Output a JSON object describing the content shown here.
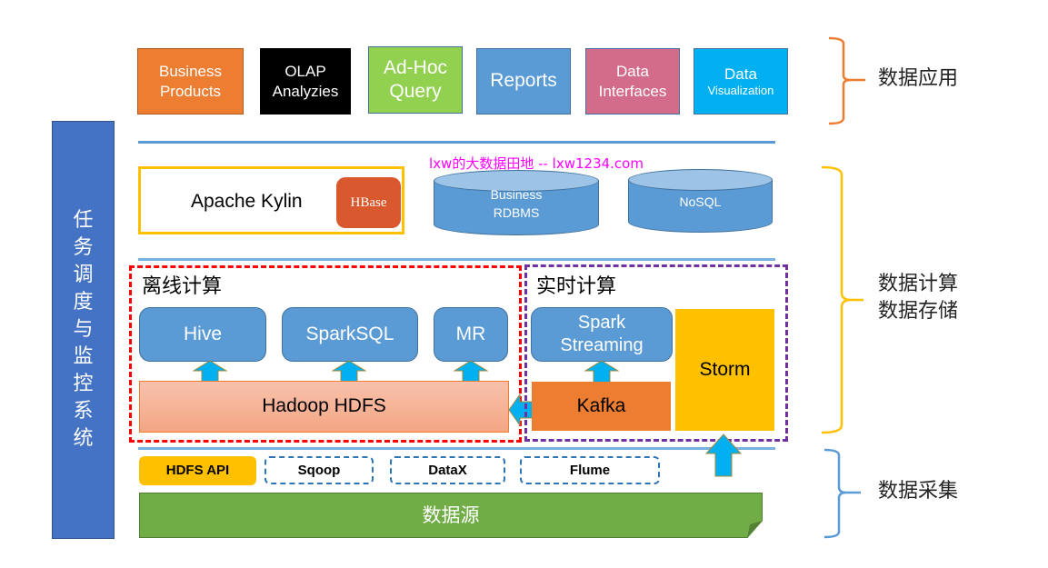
{
  "app_layer": {
    "items": [
      {
        "label_line1": "Business",
        "label_line2": "Products",
        "color": "#ed7d31"
      },
      {
        "label_line1": "OLAP",
        "label_line2": "Analyzies",
        "color": "#000000"
      },
      {
        "label_line1": "Ad-Hoc",
        "label_line2": "Query",
        "color": "#92d050"
      },
      {
        "label_line1": "Reports",
        "label_line2": "",
        "color": "#5b9bd5"
      },
      {
        "label_line1": "Data",
        "label_line2": "Interfaces",
        "color": "#d36b8a"
      },
      {
        "label_line1": "Data",
        "label_line2": "Visualization",
        "color": "#00b0f0"
      }
    ]
  },
  "watermark": "lxw的大数据田地 -- lxw1234.com",
  "storage_layer": {
    "kylin": "Apache Kylin",
    "hbase": "HBase",
    "rdbms_line1": "Business",
    "rdbms_line2": "RDBMS",
    "nosql": "NoSQL"
  },
  "offline": {
    "title": "离线计算",
    "engines": [
      "Hive",
      "SparkSQL",
      "MR"
    ],
    "hdfs": "Hadoop HDFS"
  },
  "realtime": {
    "title": "实时计算",
    "spark_line1": "Spark",
    "spark_line2": "Streaming",
    "kafka": "Kafka",
    "storm": "Storm"
  },
  "collection": {
    "hdfs_api": "HDFS API",
    "tools": [
      "Sqoop",
      "DataX",
      "Flume"
    ],
    "source": "数据源"
  },
  "scheduler": {
    "chars": [
      "任",
      "务",
      "调",
      "度",
      "与",
      "监",
      "控",
      "系",
      "统"
    ]
  },
  "layers": {
    "application": "数据应用",
    "compute_line1": "数据计算",
    "compute_line2": "数据存储",
    "collection": "数据采集"
  },
  "colors": {
    "app_bracket": "#ed7d31",
    "compute_bracket": "#ffc000",
    "collection_bracket": "#5b9bd5",
    "offline_border": "#ff0000",
    "realtime_border": "#7030a0",
    "arrow_fill": "#00b0f0",
    "watermark": "#ff00ff"
  }
}
